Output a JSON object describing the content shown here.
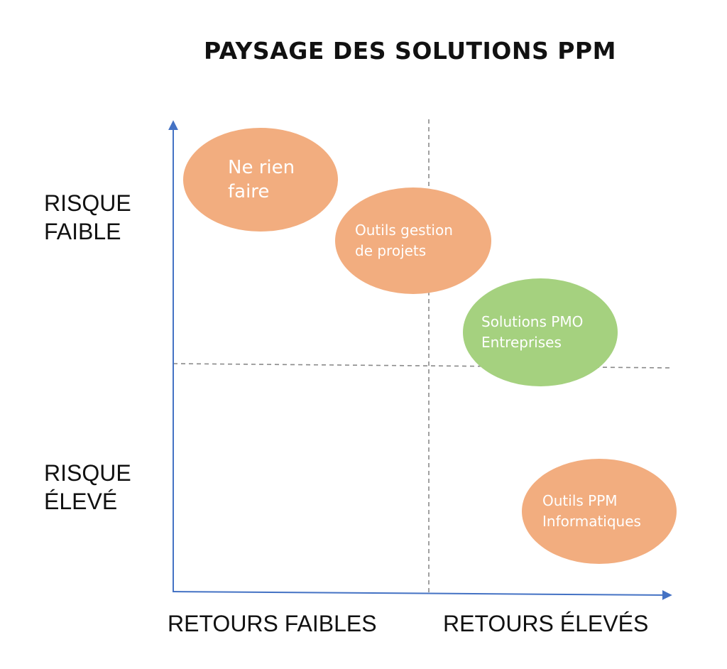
{
  "title": "PAYSAGE DES SOLUTIONS PPM",
  "y_axis": {
    "top_label": [
      "RISQUE",
      "FAIBLE"
    ],
    "bottom_label": [
      "RISQUE",
      "ÉLEVÉ"
    ]
  },
  "x_axis": {
    "left_label": "RETOURS FAIBLES",
    "right_label": "RETOURS ÉLEVÉS"
  },
  "colors": {
    "axis": "#4472c4",
    "divider": "#8a8a8a",
    "orange": "#f2ad7f",
    "green": "#a5d17f"
  },
  "bubbles": [
    {
      "id": "ne-rien-faire",
      "lines": [
        "Ne rien",
        "faire"
      ],
      "color": "orange"
    },
    {
      "id": "outils-gestion",
      "lines": [
        "Outils gestion",
        "de projets"
      ],
      "color": "orange"
    },
    {
      "id": "solutions-pmo",
      "lines": [
        "Solutions PMO",
        "Entreprises"
      ],
      "color": "green"
    },
    {
      "id": "outils-ppm",
      "lines": [
        "Outils PPM",
        "Informatiques"
      ],
      "color": "orange"
    }
  ]
}
